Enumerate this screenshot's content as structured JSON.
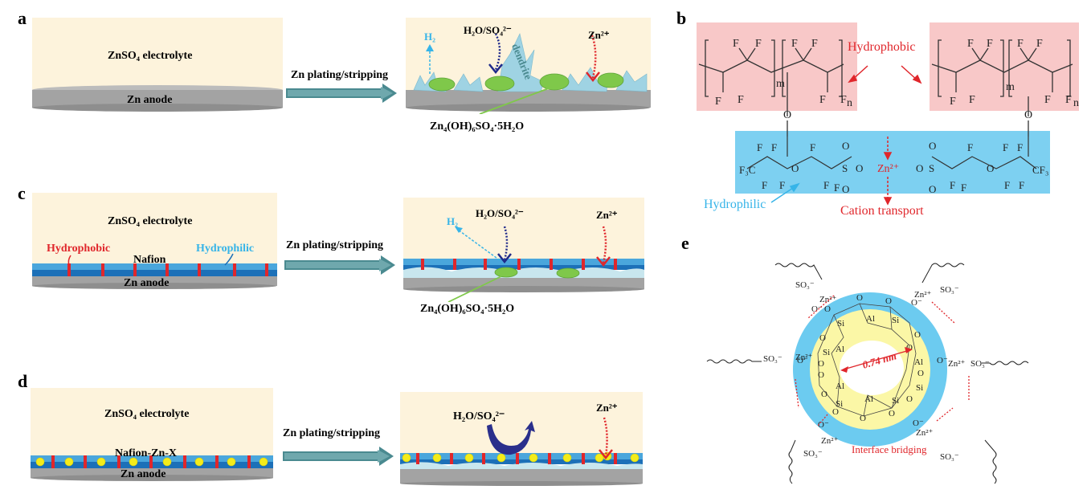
{
  "panels": {
    "a": {
      "letter": "a",
      "electrolyte": "ZnSO₄ electrolyte",
      "anode": "Zn anode",
      "process": "Zn plating/stripping",
      "h2": "H₂",
      "water_sulfate": "H₂O/SO₄²⁻",
      "dendrite": "dendrite",
      "zn_ion": "Zn²⁺",
      "byproduct": "Zn₄(OH)₆SO₄·5H₂O"
    },
    "b": {
      "letter": "b",
      "hydrophobic": "Hydrophobic",
      "hydrophilic": "Hydrophilic",
      "cation_transport": "Cation transport",
      "zn_center": "Zn²⁺",
      "sub_m": "m",
      "sub_n": "n"
    },
    "c": {
      "letter": "c",
      "electrolyte": "ZnSO₄ electrolyte",
      "hydrophobic": "Hydrophobic",
      "hydrophilic": "Hydrophilic",
      "nafion": "Nafion",
      "anode": "Zn anode",
      "process": "Zn plating/stripping",
      "h2": "H₂",
      "water_sulfate": "H₂O/SO₄²⁻",
      "zn_ion": "Zn²⁺",
      "byproduct": "Zn₄(OH)₆SO₄·5H₂O"
    },
    "d": {
      "letter": "d",
      "electrolyte": "ZnSO₄ electrolyte",
      "nafion_zn_x": "Nafion-Zn-X",
      "anode": "Zn anode",
      "process": "Zn plating/stripping",
      "water_sulfate": "H₂O/SO₄²⁻",
      "zn_ion": "Zn²⁺"
    },
    "e": {
      "letter": "e",
      "pore_size": "0.74 nm",
      "interface": "Interface bridging",
      "so3": "SO₃⁻",
      "zn": "Zn²⁺",
      "si": "Si",
      "al": "Al",
      "o": "O"
    }
  },
  "colors": {
    "electrolyte": "#fdf3dc",
    "anode": "#a3a3a3",
    "nafion_blue": "#1c70b8",
    "hydrophobic_box": "#f8c8c8",
    "hydrophilic_box": "#7dd0f1",
    "ring_blue": "#6ccbf0",
    "ring_yellow": "#fbf7a6",
    "arrow_teal": "#4a8a90",
    "red": "#e0262b",
    "cyan": "#36b4e8",
    "navy": "#1f2a8a"
  }
}
